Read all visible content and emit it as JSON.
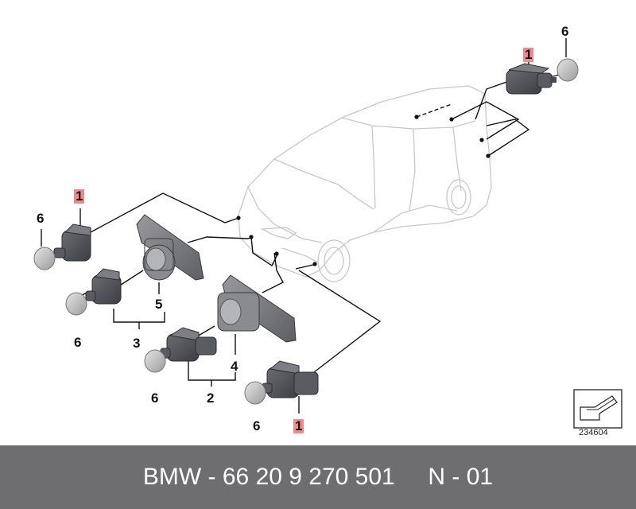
{
  "diagram": {
    "callouts": {
      "top_right_part": "1",
      "top_right_cap": "6",
      "left_part": "1",
      "left_cap": "6",
      "mid_left_bracket": "5",
      "mid_left_cap": "6",
      "mid_left_group": "3",
      "center_bracket": "4",
      "center_cap": "6",
      "center_group": "2",
      "bottom_cap": "6",
      "bottom_part": "1"
    },
    "reference_number": "234604"
  },
  "footer": {
    "text": "BMW - 66 20 9 270 501     N - 01"
  },
  "colors": {
    "footer_bg": "#6e6e70",
    "callout_highlight": "#f08a8a",
    "part_dark": "#4f5157",
    "car_outline": "#c8c8c8"
  }
}
